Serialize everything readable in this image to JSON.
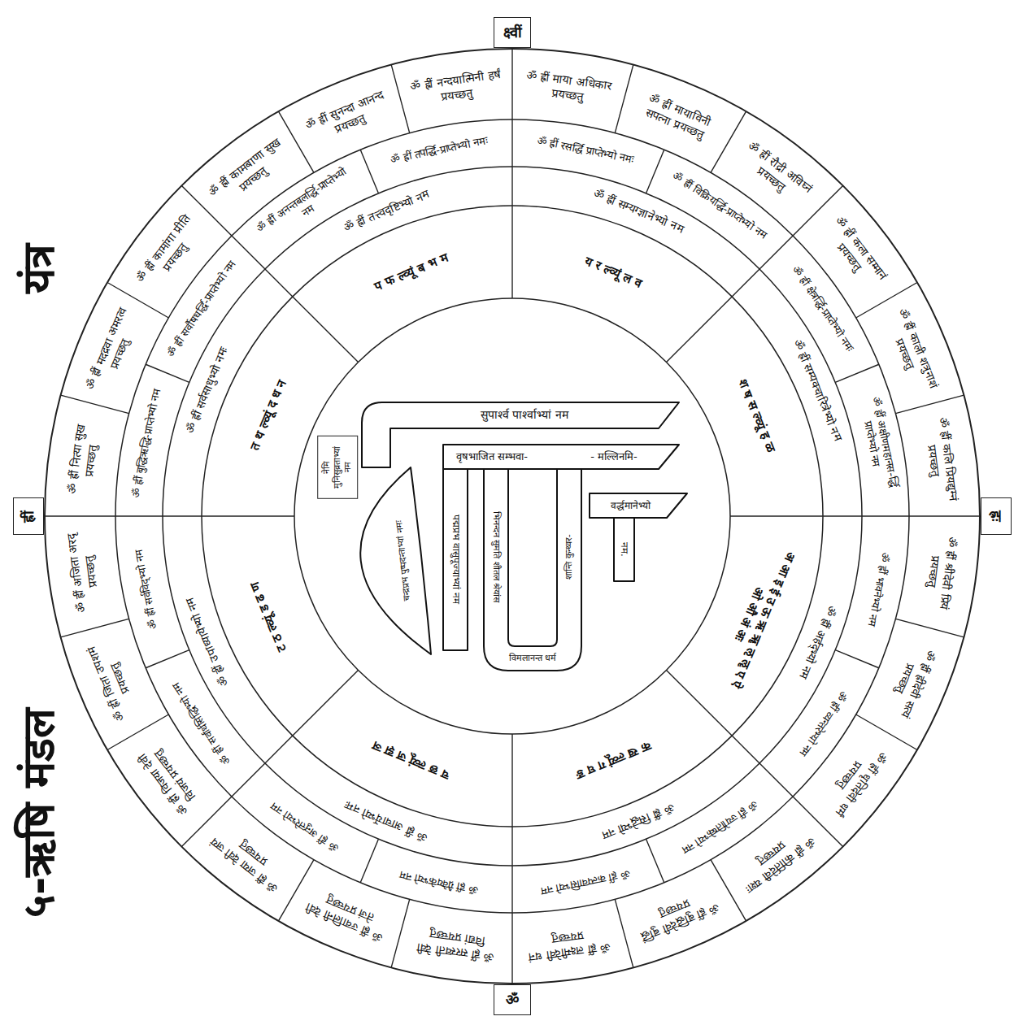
{
  "diagram": {
    "title": "५-ऋषि मंडल",
    "nodes": [
      {
        "text": [
          "क्ष्वीं"
        ]
      },
      {
        "text": [
          "ह्रः"
        ]
      },
      {
        "text": [
          "ॐ"
        ]
      },
      {
        "text": [
          "ह्रीं"
        ]
      },
      {
        "text": [
          "नेमि मुनिसुव्रताभ्यां नम"
        ]
      }
    ],
    "labels": [
      "यंत्र",
      "ॐ ह्रीं माया अधिकार प्रयच्छतु",
      "ॐ ह्रीं मायाविनी सपत्ना प्रयच्छतु",
      "ॐ ह्रीं रौद्री अविघ्नं प्रयच्छतु",
      "ॐ ह्रीं कला सम्मानं प्रयच्छतु",
      "ॐ ह्रीं काली शत्रुनाशं प्रयच्छतु",
      "ॐ ह्रीं कलि प्रियद्युम्नं प्रयच्छतु",
      "ॐ ह्रीं श्रीदेवी प्रियं प्रयच्छतु",
      "ॐ ह्रीं ह्रीदेवी सत्यं प्रयच्छतु",
      "ॐ ह्रीं धृतिदेवी धर्मं प्रयच्छतु",
      "ॐ ह्रीं कीर्तिदेवी यशः प्रयच्छतु",
      "ॐ ह्रीं बुद्धिदेवी बुद्धिं प्रयच्छतु",
      "ॐ ह्रीं लक्ष्मीदेवी धनं प्रयच्छतु",
      "ॐ ह्रीं सरस्वती देवी विद्यां प्रयच्छतु",
      "ॐ ह्रीं ज्वालिनी देवी तेजं प्रयच्छतु",
      "ॐ ह्रीं जया देवी जयं प्रयच्छतु",
      "ॐ ह्रीं विजया देवी विजयं प्रयच्छतु",
      "ॐ ह्रीं जिता उपशमं प्रयच्छतु",
      "ॐ ह्रीं अजिता अरदृ प्रयच्छतु",
      "ॐ ह्रीं नित्या सुख प्रयच्छतु",
      "ॐ ह्रीं मदद्रवा अमरत्व प्रयच्छतु",
      "ॐ ह्रीं कामांगा प्रीति प्रयच्छतु",
      "ॐ ह्रीं कामबाणा सुख प्रयच्छतु",
      "ॐ ह्रीं सुनन्दा आनन्द प्रयच्छतु",
      "ॐ ह्रीं नन्दयात्मिनी हर्षं प्रयच्छतु",
      "ॐ ह्रीं रसर्द्धि प्राप्तेभ्यो नमः",
      "ॐ ह्रीं विक्रियर्द्धि-प्राप्तेभ्यो नम",
      "ॐ ह्रीं क्षेत्रर्द्धि-प्राप्तेभ्यो नमः",
      "ॐ ह्रीं अक्षीणमहानस-र्द्धि प्राप्तेभ्यो नम",
      "ॐ ह्रीं भावनेभ्यो नम",
      "ॐ ह्रीं व्यन्तरेभ्यो नम",
      "ॐ ह्रीं ज्योतिष्केभ्यो नम",
      "ॐ ह्रीं कल्पवासिभ्यो नम",
      "ॐ ह्रीं ग्रैवेयकेभ्यो नम",
      "ॐ ह्रीं अनुत्तरेभ्यो नम",
      "ॐ ह्रीं सर्वार्थसिद्धिभ्यो नम",
      "ॐ ह्रीं सर्वविद्भ्यो नम",
      "ॐ ह्रीं बुद्धिऋद्धि-प्राप्तेभ्यो नम",
      "ॐ ह्रीं सर्वौषधर्द्धि-प्राप्तेभ्यो नम",
      "ॐ ह्रीं अनन्तबलर्द्धि-प्राप्तेभ्यो नम",
      "ॐ ह्रीं तपर्द्धि-प्राप्तेभ्यो नमः",
      "ॐ ह्रीं सम्यग्ज्ञानेभ्यो नम",
      "ॐ ह्रीं सम्यक्चारित्रेभ्यो नम",
      "ॐ ह्रीं अर्हद्भ्यो नम",
      "ॐ ह्रीं सिद्धेभ्यो नम",
      "ॐ ह्रीं आचार्येभ्यो नमः",
      "ॐ ह्रीं उपाध्यायेभ्यो नम",
      "ॐ ह्रीं सर्वसाधुभ्यो नमः",
      "ॐ ह्रीं तत्त्वदृष्टिभ्यो नम",
      "य र ल्व्यूं ल व",
      "श ष स ल्व्यूं ह ळ",
      "अ आ इ ई उ ऊ ऋ ॠ ऌ ॡ ए ऐ ओ औ अं अः",
      "क ख ल्व्यूं ग घ ङ",
      "च छ ल्व्यूं ज झ ञ",
      "ट ठ ल्व्यूं ड ढ ण",
      "त थ ल्व्यूं द ध न",
      "प फ ल्व्यूं ब भ म",
      "सुपार्श्व पार्श्वाभ्यां नम",
      "वृषभाजित सम्भवा-",
      "- मल्लिनमि-",
      "वर्द्धमानेभ्यो",
      "नम.",
      "पद्मप्रभ वासुपूज्याभ्यां नम",
      "भिनन्दन सुमति शीतल श्रेयांस",
      "विमलानन्त धर्म",
      "शान्ति कुन्थ्वर-",
      "चन्द्रप्रभ पुष्पदन्ताभ्यां नमः"
    ]
  }
}
